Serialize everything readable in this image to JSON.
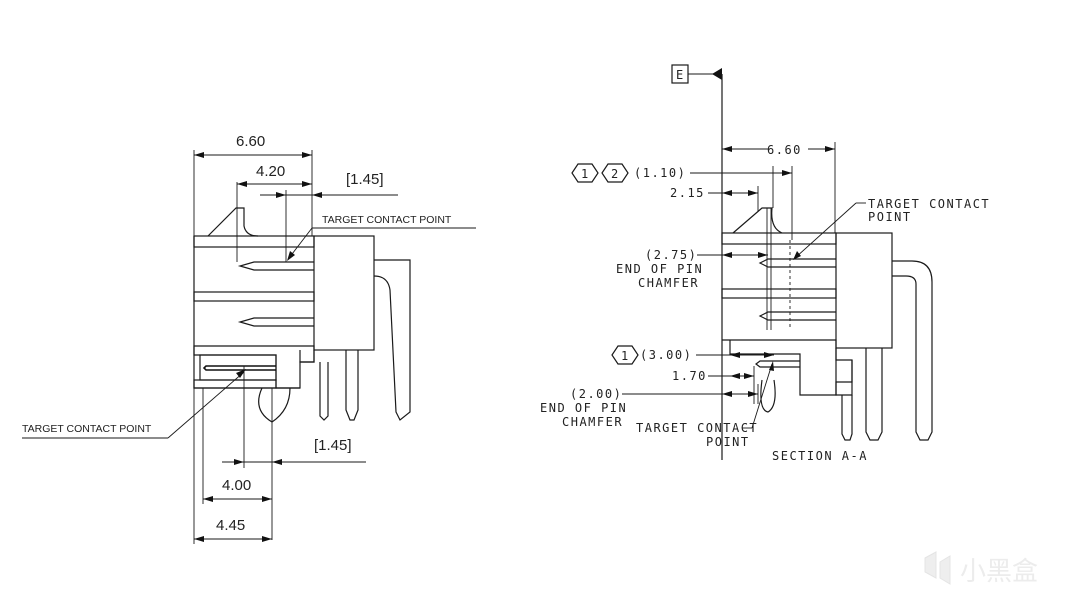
{
  "left_view": {
    "dim_overall_top": "6.60",
    "dim_inner_top": "4.20",
    "dim_ref_top": "[1.45]",
    "label_target_top": "TARGET CONTACT POINT",
    "label_target_bottom": "TARGET CONTACT POINT",
    "dim_ref_bottom": "[1.45]",
    "dim_inner_bottom": "4.00",
    "dim_overall_bottom": "4.45"
  },
  "right_view": {
    "datum_label": "E",
    "dim_overall": "6.60",
    "flag_1": "1",
    "flag_2": "2",
    "dim_110": "(1.10)",
    "dim_215": "2.15",
    "label_target_top_line1": "TARGET CONTACT",
    "label_target_top_line2": "POINT",
    "dim_275": "(2.75)",
    "label_chamfer_top_line1": "END OF PIN",
    "label_chamfer_top_line2": "CHAMFER",
    "flag_3": "1",
    "dim_300": "(3.00)",
    "dim_170": "1.70",
    "dim_200": "(2.00)",
    "label_chamfer_bottom_line1": "END OF PIN",
    "label_chamfer_bottom_line2": "CHAMFER",
    "label_target_bottom_line1": "TARGET CONTACT",
    "label_target_bottom_line2": "POINT",
    "section_label": "SECTION A-A"
  },
  "watermark": {
    "text": "小黑盒",
    "logo": "heybox-logo"
  }
}
